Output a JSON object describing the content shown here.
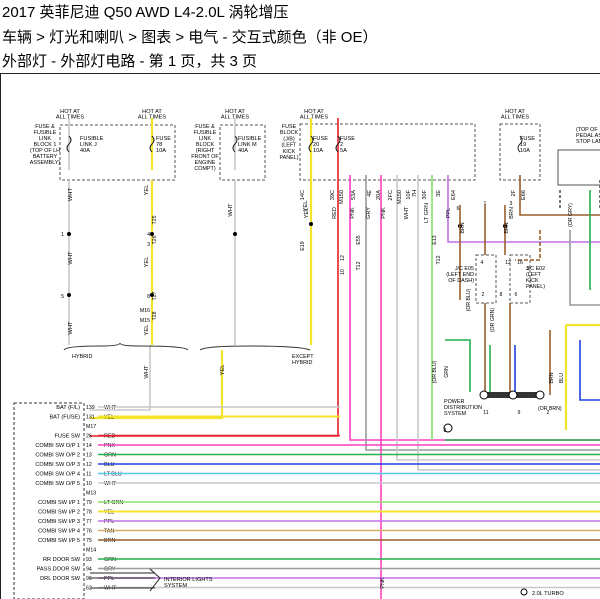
{
  "header": {
    "title": "2017 英菲尼迪 Q50 AWD L4-2.0L 涡轮增压",
    "breadcrumb": "车辆 > 灯光和喇叭 > 图表 > 电气 - 交互式颜色（非 OE）",
    "subtitle": "外部灯 - 外部灯电路 - 第 1 页，共 3 页"
  },
  "top": {
    "hot": "HOT AT\nALL TIMES",
    "fuse_fusible_link_block_1": "FUSE &\nFUSIBLE\nLINK\nBLOCK 1\n(TOP OF LH\nBATTERY\nASSEMBLY)",
    "fusible_link_j_40a": "FUSIBLE\nLINK J\n40A",
    "fuse_78_10a": "FUSE\n78\n10A",
    "fuse_fusible_link_block_right": "FUSE &\nFUSIBLE\nLINK\nBLOCK\n(RIGHT\nFRONT OF\nENGINE\nCOMPT)",
    "fusible_link_m_40a": "FUSIBLE\nLINK M\n40A",
    "fuse_block_jb": "FUSE\nBLOCK\n(J/B)\n(LEFT\nKICK\nPANEL)",
    "fuse_20_10a": "FUSE\n20\n10A",
    "fuse_2_5a": "FUSE\n2\n5A",
    "fuse_19_10a": "FUSE\n19\n10A",
    "stop_lamp": "(TOP OF\nPEDAL AS\nSTOP LAM"
  },
  "connectors": {
    "top": [
      "14C",
      "39C",
      "M150",
      "53A",
      "4E",
      "20A",
      "2FC",
      "M150",
      "10F",
      "7H",
      "30F",
      "3E",
      "E64",
      "2F",
      "E66"
    ],
    "top_wires": [
      "YEL",
      "RED",
      "PNK",
      "GRY",
      "PNK",
      "WHT",
      "LT GRN",
      "PPL",
      "BRN"
    ],
    "left_pins": [
      "1",
      "4",
      "3",
      "5",
      "8",
      "M16",
      "M15"
    ],
    "left_pin_wires": [
      "T25",
      "T26",
      "T27",
      "T28",
      "E19"
    ],
    "side": [
      "12",
      "E55",
      "10",
      "T12",
      "E13",
      "T12"
    ]
  },
  "mid": {
    "wht": "WHT",
    "yel": "YEL",
    "hybrid": "HYBRID",
    "except_hybrid": "EXCEPT\nHYBRID",
    "jc_e05": "J/C E05\n(LEFT END\nOF DASH)",
    "jc_e02": "J/C E02\n(LEFT\nKICK\nPANEL)",
    "pdist": "POWER\nDISTRIBUTION\nSYSTEM",
    "or_blu": "(OR BLU)",
    "or_grn": "(OR GRN)",
    "or_gry": "(OR GRY)",
    "or_brn": "(OR BRN)",
    "grn": "GRN",
    "blu": "BLU",
    "brn": "BRN",
    "pin_nums": [
      "4",
      "2",
      "8",
      "6",
      "12",
      "16",
      "5",
      "1",
      "3",
      "11",
      "9",
      "2",
      "8",
      "6"
    ]
  },
  "ecm_rows": [
    {
      "label": "BAT (F/L)",
      "pin": "139",
      "wire": "WHT",
      "color": "#c8c8c8"
    },
    {
      "label": "BAT (FUSE)",
      "pin": "131",
      "wire": "YEL",
      "color": "#f5e42c"
    },
    {
      "label": "",
      "pin": "M17",
      "wire": "",
      "color": ""
    },
    {
      "label": "FUSE SW",
      "pin": "26",
      "wire": "RED",
      "color": "#e8202a"
    },
    {
      "label": "COMBI SW O/P 1",
      "pin": "14",
      "wire": "PNK",
      "color": "#ff3fbf"
    },
    {
      "label": "COMBI SW O/P 2",
      "pin": "13",
      "wire": "GRN",
      "color": "#22b14c"
    },
    {
      "label": "COMBI SW O/P 3",
      "pin": "12",
      "wire": "BLU",
      "color": "#1f3fe0"
    },
    {
      "label": "COMBI SW O/P 4",
      "pin": "11",
      "wire": "LT BLU",
      "color": "#58c8f0"
    },
    {
      "label": "COMBI SW O/P 5",
      "pin": "10",
      "wire": "WHT",
      "color": "#c8c8c8"
    },
    {
      "label": "",
      "pin": "M13",
      "wire": "",
      "color": ""
    },
    {
      "label": "COMBI SW I/P 1",
      "pin": "79",
      "wire": "LT GRN",
      "color": "#88e06a"
    },
    {
      "label": "COMBI SW I/P 2",
      "pin": "78",
      "wire": "YEL",
      "color": "#f5e42c"
    },
    {
      "label": "COMBI SW I/P 3",
      "pin": "77",
      "wire": "PPL",
      "color": "#c070e8"
    },
    {
      "label": "COMBI SW I/P 4",
      "pin": "76",
      "wire": "TAN",
      "color": "#d2b06a"
    },
    {
      "label": "COMBI SW I/P 5",
      "pin": "75",
      "wire": "BRN",
      "color": "#9b5e2a"
    },
    {
      "label": "",
      "pin": "M14",
      "wire": "",
      "color": ""
    },
    {
      "label": "RR DOOR SW",
      "pin": "93",
      "wire": "GRN",
      "color": "#22b14c"
    },
    {
      "label": "PASS DOOR SW",
      "pin": "94",
      "wire": "GRY",
      "color": "#9a9a9a"
    },
    {
      "label": "DRL DOOR SW",
      "pin": "96",
      "wire": "PPL",
      "color": "#c070e8"
    },
    {
      "label": "",
      "pin": "62",
      "wire": "WHT",
      "color": "#c8c8c8"
    }
  ],
  "bottom": {
    "interior_lights": "INTERIOR LIGHTS\nSYSTEM",
    "turbo": "2.0L TURBO",
    "pnk": "PNK"
  }
}
